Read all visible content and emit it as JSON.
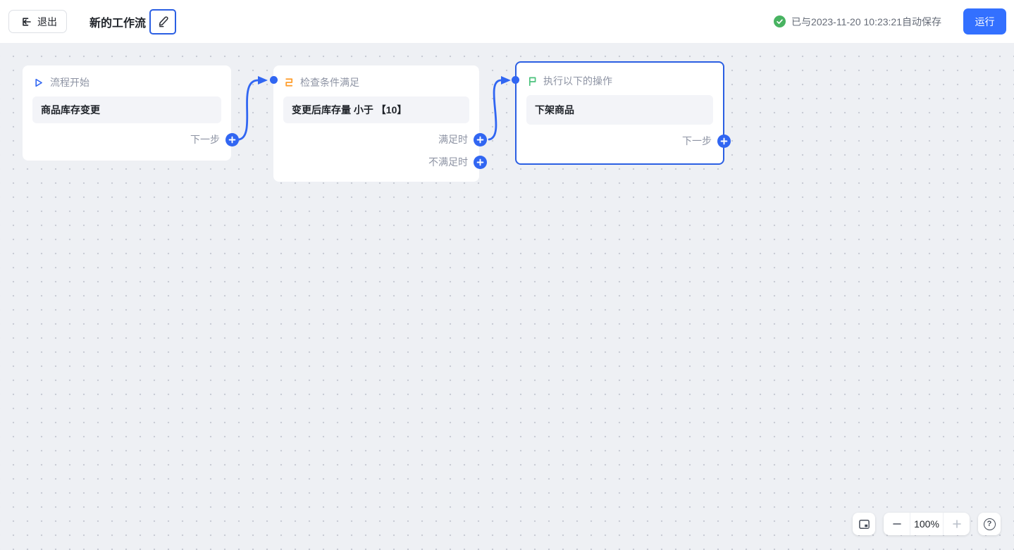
{
  "topbar": {
    "exit_label": "退出",
    "title": "新的工作流",
    "autosave_text": "已与2023-11-20 10:23:21自动保存",
    "run_label": "运行"
  },
  "canvas": {
    "nodes": [
      {
        "type": "trigger",
        "icon": "play-icon",
        "header": "流程开始",
        "content": "商品库存变更",
        "actions": [
          "下一步"
        ],
        "selected": false
      },
      {
        "type": "condition",
        "icon": "branch-icon",
        "header": "检查条件满足",
        "content": "变更后库存量 小于 【10】",
        "actions": [
          "满足时",
          "不满足时"
        ],
        "selected": false
      },
      {
        "type": "action",
        "icon": "flag-icon",
        "header": "执行以下的操作",
        "content": "下架商品",
        "actions": [
          "下一步"
        ],
        "selected": true
      }
    ],
    "edges": [
      {
        "from": "流程开始/下一步",
        "to": "检查条件满足"
      },
      {
        "from": "检查条件满足/满足时",
        "to": "执行以下的操作"
      }
    ]
  },
  "controls": {
    "zoom_level": "100%",
    "help_glyph": "?"
  },
  "colors": {
    "accent_blue": "#3166f2",
    "run_blue": "#3370ff",
    "selected_border": "#2b5fe3",
    "success_green": "#48b361",
    "condition_orange": "#ff9e2d",
    "flag_green": "#4cc27d",
    "canvas_bg": "#eef0f4"
  }
}
